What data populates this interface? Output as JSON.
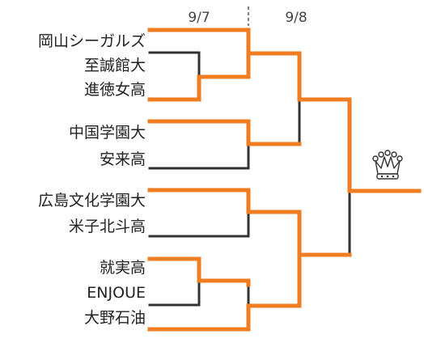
{
  "dates": {
    "day1": "9/7",
    "day2": "9/8"
  },
  "teams": [
    "岡山シーガルズ",
    "至誠館大",
    "進徳女高",
    "中国学園大",
    "安来高",
    "広島文化学園大",
    "米子北斗高",
    "就実高",
    "ENJOUE",
    "大野石油"
  ],
  "champion_icon": "crown-icon",
  "colors": {
    "winner_line": "#f07d22",
    "loser_line": "#333333"
  }
}
